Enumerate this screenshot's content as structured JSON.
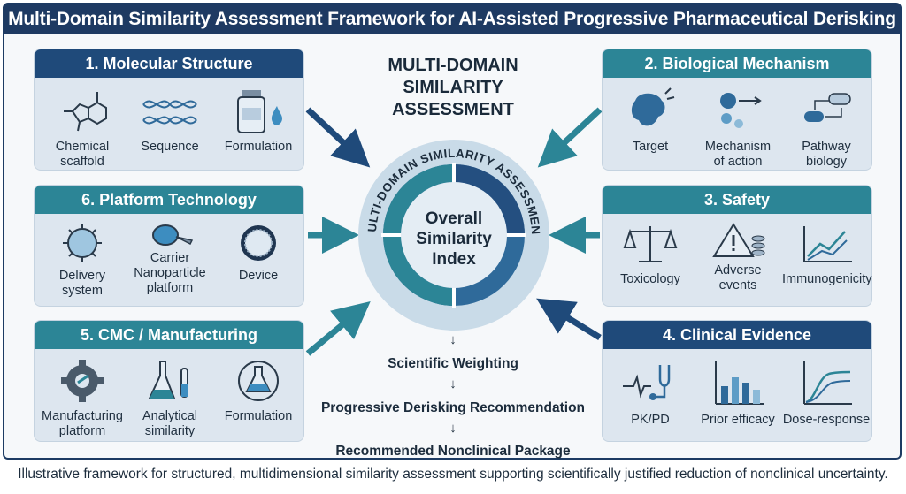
{
  "title": "Multi-Domain Similarity Assessment Framework for AI-Assisted Progressive Pharmaceutical Derisking",
  "center": {
    "heading_line1": "MULTI-DOMAIN",
    "heading_line2": "SIMILARITY",
    "heading_line3": "ASSESSMENT",
    "ring_text": "MULTI-DOMAIN SIMILARITY ASSESSMENT",
    "index_line1": "Overall",
    "index_line2": "Similarity",
    "index_line3": "Index"
  },
  "flow": {
    "step1": "Scientific Weighting",
    "step2": "Progressive Derisking Recommendation",
    "step3": "Recommended Nonclinical Package",
    "arrow": "↓"
  },
  "panels": {
    "molecular": {
      "title": "1. Molecular Structure",
      "items": [
        {
          "label1": "Chemical",
          "label2": "scaffold",
          "icon": "scaffold-icon"
        },
        {
          "label1": "Sequence",
          "label2": "",
          "icon": "dna-icon"
        },
        {
          "label1": "Formulation",
          "label2": "",
          "icon": "vial-drop-icon"
        }
      ]
    },
    "biological": {
      "title": "2. Biological Mechanism",
      "items": [
        {
          "label1": "Target",
          "label2": "",
          "icon": "target-icon"
        },
        {
          "label1": "Mechanism",
          "label2": "of action",
          "icon": "mechanism-icon"
        },
        {
          "label1": "Pathway",
          "label2": "biology",
          "icon": "pathway-icon"
        }
      ]
    },
    "safety": {
      "title": "3. Safety",
      "items": [
        {
          "label1": "Toxicology",
          "label2": "",
          "icon": "scale-icon"
        },
        {
          "label1": "Adverse",
          "label2": "events",
          "icon": "warning-icon"
        },
        {
          "label1": "Immunogenicity",
          "label2": "",
          "icon": "trend-chart-icon"
        }
      ]
    },
    "clinical": {
      "title": "4. Clinical Evidence",
      "items": [
        {
          "label1": "PK/PD",
          "label2": "",
          "icon": "stethoscope-icon"
        },
        {
          "label1": "Prior efficacy",
          "label2": "",
          "icon": "bar-chart-icon"
        },
        {
          "label1": "Dose-response",
          "label2": "",
          "icon": "curve-icon"
        }
      ]
    },
    "cmc": {
      "title": "5. CMC / Manufacturing",
      "items": [
        {
          "label1": "Manufacturing",
          "label2": "platform",
          "icon": "gear-icon"
        },
        {
          "label1": "Analytical",
          "label2": "similarity",
          "icon": "flask-icon"
        },
        {
          "label1": "Formulation",
          "label2": "",
          "icon": "beaker-cycle-icon"
        }
      ]
    },
    "platform": {
      "title": "6. Platform Technology",
      "items": [
        {
          "label1": "Delivery",
          "label2": "system",
          "icon": "particle-icon"
        },
        {
          "label1": "Carrier",
          "label2": "Nanoparticle",
          "label3": "platform",
          "icon": "carrier-icon"
        },
        {
          "label1": "Device",
          "label2": "",
          "icon": "nanoparticle-icon"
        }
      ]
    }
  },
  "caption": "Illustrative framework for structured, multidimensional similarity assessment supporting scientifically justified reduction of nonclinical uncertainty.",
  "colors": {
    "navy": "#1f4a7a",
    "teal": "#2c8596",
    "panel": "#dde6ef",
    "title_bar": "#1e3a62"
  }
}
